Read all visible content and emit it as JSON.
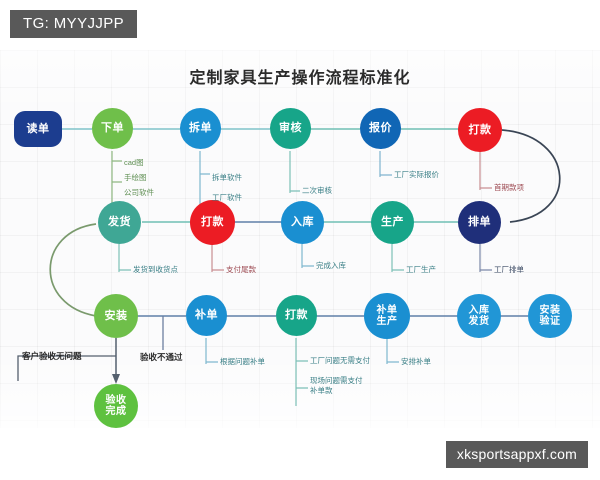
{
  "watermarks": {
    "tg": "TG: MYYJJPP",
    "site": "xksportsappxf.com"
  },
  "diagram": {
    "title": "定制家具生产操作流程标准化",
    "edge_labels": [
      {
        "id": "accept-ok",
        "text": "客户验收无问题"
      },
      {
        "id": "accept-fail",
        "text": "验收不通过"
      }
    ],
    "nodes": [
      {
        "id": "read-order",
        "label": "读单",
        "shape": "pill",
        "color": "#1c3d8f"
      },
      {
        "id": "place-order",
        "label": "下单",
        "shape": "circle",
        "color": "#6fbf4a"
      },
      {
        "id": "split-order",
        "label": "拆单",
        "shape": "circle",
        "color": "#1a8fd1"
      },
      {
        "id": "review",
        "label": "审核",
        "shape": "circle",
        "color": "#17a589"
      },
      {
        "id": "quote",
        "label": "报价",
        "shape": "circle",
        "color": "#1066b5"
      },
      {
        "id": "payment-1",
        "label": "打款",
        "shape": "circle",
        "color": "#ec1c24"
      },
      {
        "id": "schedule",
        "label": "排单",
        "shape": "circle",
        "color": "#1f2f7a"
      },
      {
        "id": "produce",
        "label": "生产",
        "shape": "circle",
        "color": "#17a589"
      },
      {
        "id": "warehouse",
        "label": "入库",
        "shape": "circle",
        "color": "#1a8fd1"
      },
      {
        "id": "payment-2",
        "label": "打款",
        "shape": "circle",
        "color": "#ec1c24"
      },
      {
        "id": "ship",
        "label": "发货",
        "shape": "circle",
        "color": "#3fa795"
      },
      {
        "id": "install",
        "label": "安装",
        "shape": "circle",
        "color": "#6fbf4a"
      },
      {
        "id": "reorder",
        "label": "补单",
        "shape": "circle",
        "color": "#1a8fd1"
      },
      {
        "id": "payment-3",
        "label": "打款",
        "shape": "circle",
        "color": "#17a589"
      },
      {
        "id": "reorder-produce",
        "label": "补单\n生产",
        "shape": "circle",
        "color": "#1a8fd1"
      },
      {
        "id": "stock-ship",
        "label": "入库\n发货",
        "shape": "circle",
        "color": "#2196d6"
      },
      {
        "id": "install-verify",
        "label": "安装\n验证",
        "shape": "circle",
        "color": "#2196d6"
      },
      {
        "id": "accept-done",
        "label": "验收\n完成",
        "shape": "circle",
        "color": "#5ec13f"
      }
    ],
    "leaves": [
      {
        "id": "place-order-notes",
        "parent": "place-order",
        "text": "cad图\n手绘图\n公司软件"
      },
      {
        "id": "split-order-notes",
        "parent": "split-order",
        "text": "拆单软件\n工厂软件"
      },
      {
        "id": "review-notes",
        "parent": "review",
        "text": "二次审核"
      },
      {
        "id": "quote-notes",
        "parent": "quote",
        "text": "工厂实际报价"
      },
      {
        "id": "payment-1-notes",
        "parent": "payment-1",
        "text": "首期款项"
      },
      {
        "id": "schedule-notes",
        "parent": "schedule",
        "text": "工厂排单"
      },
      {
        "id": "produce-notes",
        "parent": "produce",
        "text": "工厂生产"
      },
      {
        "id": "warehouse-notes",
        "parent": "warehouse",
        "text": "完成入库"
      },
      {
        "id": "payment-2-notes",
        "parent": "payment-2",
        "text": "支付尾款"
      },
      {
        "id": "ship-notes",
        "parent": "ship",
        "text": "发货到收货点"
      },
      {
        "id": "reorder-notes",
        "parent": "reorder",
        "text": "根据问题补单"
      },
      {
        "id": "payment-3-notes",
        "parent": "payment-3",
        "text": "工厂问题无需支付\n\n现场问题需支付\n补单款"
      },
      {
        "id": "reorder-produce-notes",
        "parent": "reorder-produce",
        "text": "安排补单"
      }
    ]
  }
}
